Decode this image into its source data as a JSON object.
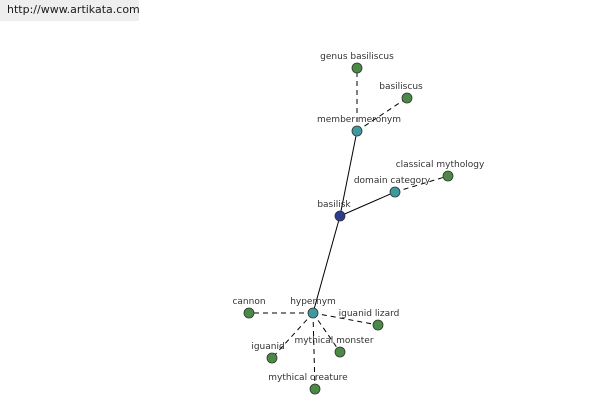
{
  "banner": {
    "url": "http://www.artikata.com"
  },
  "colors": {
    "root_node": "#2e3a8c",
    "relation_node": "#3f9aa0",
    "leaf_node": "#4a8a45",
    "node_stroke": "#333333",
    "edge": "#000000"
  },
  "graph": {
    "root": "basilisk",
    "relations": [
      {
        "label": "member meronym",
        "targets": [
          "genus basiliscus",
          "basiliscus"
        ]
      },
      {
        "label": "domain category",
        "targets": [
          "classical mythology"
        ]
      },
      {
        "label": "hypernym",
        "targets": [
          "cannon",
          "iguanid lizard",
          "mythical monster",
          "iguanid",
          "mythical creature"
        ]
      }
    ]
  }
}
